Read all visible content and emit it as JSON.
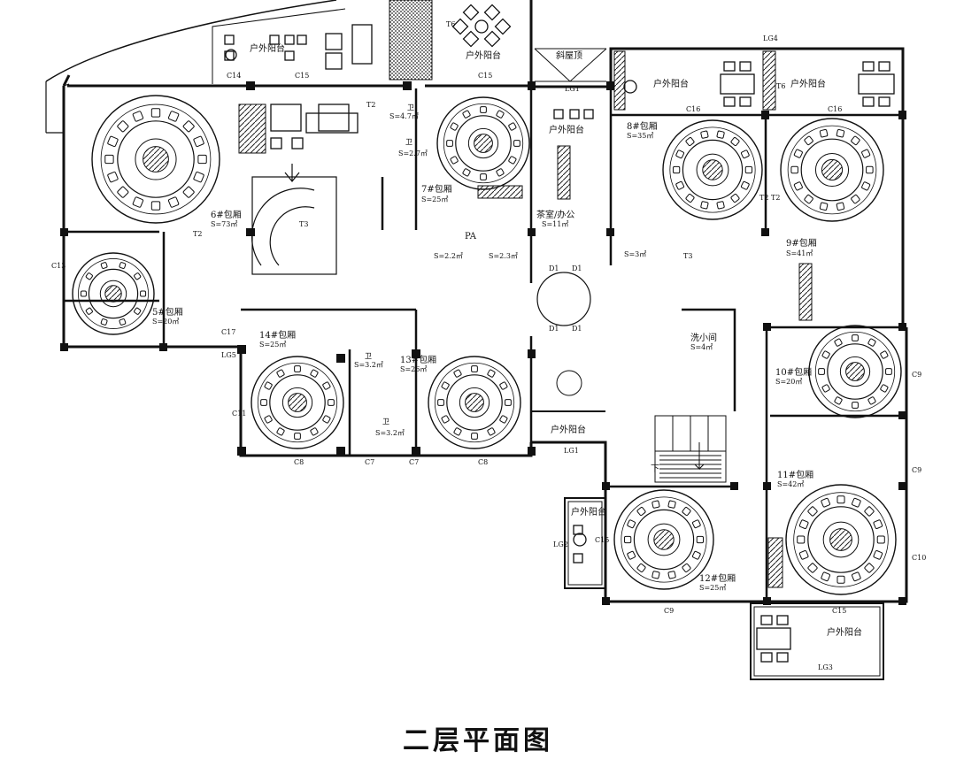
{
  "drawing_title": "二层平面图",
  "balconies": [
    {
      "id": "top-left",
      "label": "户外阳台"
    },
    {
      "id": "top-mid",
      "label": "户外阳台"
    },
    {
      "id": "tea-room",
      "label": "户外阳台"
    },
    {
      "id": "east-1",
      "label": "户外阳台"
    },
    {
      "id": "east-2",
      "label": "户外阳台"
    },
    {
      "id": "center-south",
      "label": "户外阳台"
    },
    {
      "id": "south-west",
      "label": "户外阳台"
    },
    {
      "id": "south-east",
      "label": "户外阳台"
    }
  ],
  "slope_roof": "斜屋顶",
  "rooms": [
    {
      "id": "r6",
      "name": "6#包厢",
      "area": "S=73㎡"
    },
    {
      "id": "r5",
      "name": "5#包厢",
      "area": "S=20㎡"
    },
    {
      "id": "r7",
      "name": "7#包厢",
      "area": "S=25㎡"
    },
    {
      "id": "r8",
      "name": "8#包厢",
      "area": "S=35㎡"
    },
    {
      "id": "r9",
      "name": "9#包厢",
      "area": "S=41㎡"
    },
    {
      "id": "r10",
      "name": "10#包厢",
      "area": "S=20㎡"
    },
    {
      "id": "r11",
      "name": "11#包厢",
      "area": "S=42㎡"
    },
    {
      "id": "r12",
      "name": "12#包厢",
      "area": "S=25㎡"
    },
    {
      "id": "r13",
      "name": "13#包厢",
      "area": "S=26㎡"
    },
    {
      "id": "r14",
      "name": "14#包厢",
      "area": "S=25㎡"
    }
  ],
  "tea_office": {
    "name": "茶室/办公",
    "area": "S=11㎡"
  },
  "washroom": {
    "name": "洗小间",
    "area": "S=4㎡"
  },
  "toilets": [
    {
      "id": "t1",
      "name": "卫",
      "area": "S=4.7㎡"
    },
    {
      "id": "t2",
      "name": "卫",
      "area": "S=2.7㎡"
    },
    {
      "id": "t3",
      "name": "",
      "area": "S=2.2㎡"
    },
    {
      "id": "t4",
      "name": "",
      "area": "S=2.3㎡"
    },
    {
      "id": "t5",
      "name": "",
      "area": "S=3㎡"
    },
    {
      "id": "t6",
      "name": "卫",
      "area": "S=3.2㎡"
    },
    {
      "id": "t7",
      "name": "卫",
      "area": "S=3.2㎡"
    }
  ],
  "stair_down": "下",
  "pa_mark": "PA",
  "window_tags": [
    "C15",
    "C15",
    "C16",
    "C16",
    "C13",
    "C17",
    "C11",
    "C8",
    "C7",
    "C7",
    "C8",
    "C9",
    "C9",
    "C10",
    "C9",
    "C15",
    "C15",
    "C14"
  ],
  "railing_tags": [
    "LG4",
    "LG1",
    "LG5",
    "LG1",
    "LG2",
    "LG3"
  ],
  "small_tags": [
    "T6",
    "T6",
    "T2",
    "T2",
    "T2",
    "T2",
    "T3",
    "T3",
    "D1",
    "D1",
    "D1",
    "D1"
  ]
}
